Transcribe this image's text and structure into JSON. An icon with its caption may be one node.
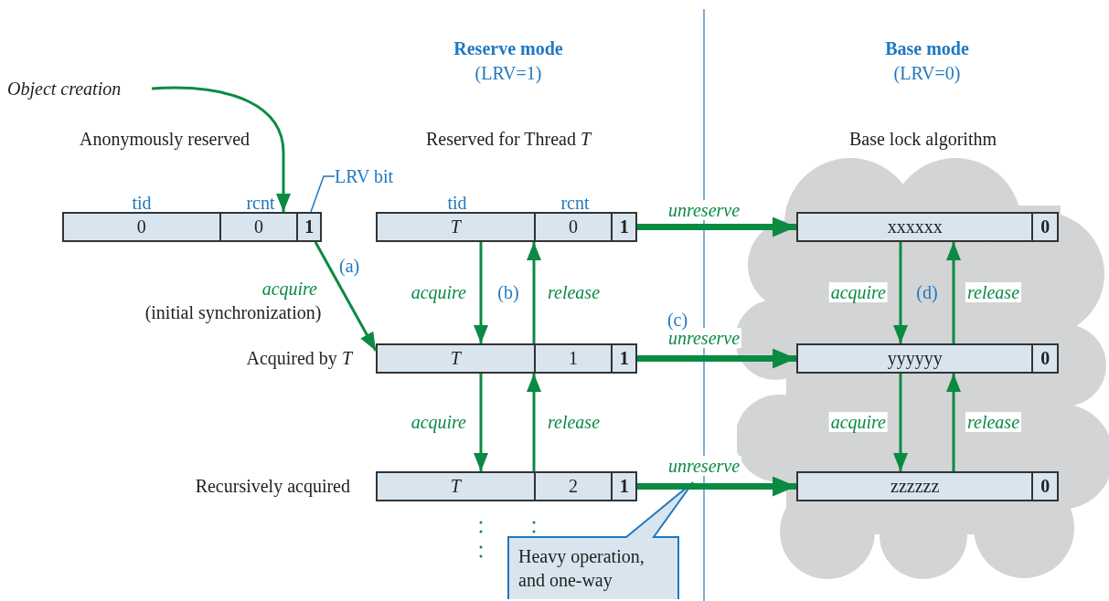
{
  "diagram": {
    "nodes": [
      {
        "text": [
          "Object creation"
        ]
      },
      {
        "text": [
          "0",
          "0",
          "1"
        ],
        "beside": [
          "tid",
          "rcnt"
        ]
      },
      {
        "text": [
          "*T*",
          "0",
          "1"
        ],
        "beside": [
          "tid",
          "rcnt"
        ]
      },
      {
        "text": [
          "*T*",
          "1",
          "1"
        ]
      },
      {
        "text": [
          "*T*",
          "2",
          "1"
        ]
      },
      {
        "text": [
          "Base lock algorithm"
        ]
      },
      {
        "text": [
          "xxxxxx",
          "0"
        ],
        "in": 5
      },
      {
        "text": [
          "yyyyyy",
          "0"
        ],
        "in": 5
      },
      {
        "text": [
          "zzzzzz",
          "0"
        ],
        "in": 5
      },
      {
        "text": [
          "Heavy operation, and one-way"
        ]
      },
      {
        "text": [
          "LRV bit"
        ]
      }
    ],
    "edges": [
      {
        "from": 0,
        "to": 1,
        "arrow": "to"
      },
      {
        "from": 1,
        "to": 3,
        "arrow": "to",
        "label": "acquire"
      },
      {
        "from": 2,
        "to": 3,
        "arrow": "to",
        "label": "acquire"
      },
      {
        "from": 3,
        "to": 2,
        "arrow": "to",
        "label": "release"
      },
      {
        "from": 3,
        "to": 4,
        "arrow": "to",
        "label": "acquire"
      },
      {
        "from": 4,
        "to": 3,
        "arrow": "to",
        "label": "release"
      },
      {
        "from": 2,
        "to": 6,
        "arrow": "to",
        "label": "unreserve",
        "style": "thick"
      },
      {
        "from": 3,
        "to": 7,
        "arrow": "to",
        "label": "unreserve",
        "style": "thick"
      },
      {
        "from": 4,
        "to": 8,
        "arrow": "to",
        "label": "unreserve",
        "style": "thick"
      },
      {
        "from": 6,
        "to": 7,
        "arrow": "to",
        "label": "acquire"
      },
      {
        "from": 7,
        "to": 6,
        "arrow": "to",
        "label": "release"
      },
      {
        "from": 7,
        "to": 8,
        "arrow": "to",
        "label": "acquire"
      },
      {
        "from": 8,
        "to": 7,
        "arrow": "to",
        "label": "release"
      },
      {
        "from": 10,
        "to": 1,
        "arrow": "none",
        "color": "#1f78c1"
      }
    ],
    "labels": [
      "Reserve mode",
      "(LRV=1)",
      "Base mode",
      "(LRV=0)",
      "Anonymously reserved",
      "Reserved for Thread *T*",
      "(a)",
      "(initial synchronization)",
      "(b)",
      "Acquired by *T*",
      "(c)",
      "(d)",
      "Recursively acquired"
    ]
  }
}
